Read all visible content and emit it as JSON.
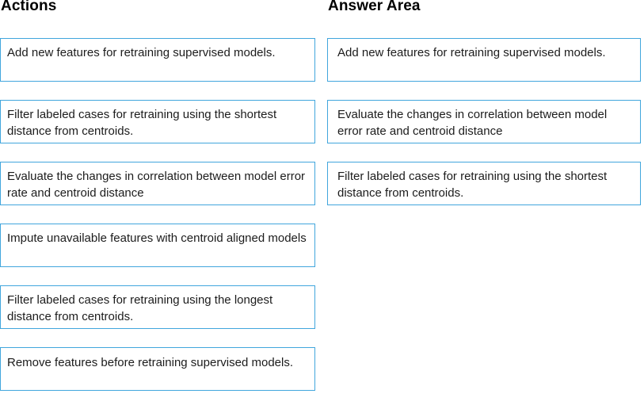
{
  "actions": {
    "title": "Actions",
    "items": [
      {
        "text": "Add new features for retraining supervised models."
      },
      {
        "text": "Filter labeled cases for retraining using the shortest distance from centroids."
      },
      {
        "text": "Evaluate the changes in correlation between model error rate and centroid distance"
      },
      {
        "text": "Impute unavailable features with centroid aligned models"
      },
      {
        "text": "Filter labeled cases for retraining using the longest distance from centroids."
      },
      {
        "text": "Remove features before retraining supervised models."
      }
    ]
  },
  "answer_area": {
    "title": "Answer Area",
    "items": [
      {
        "text": "Add new features for retraining supervised models."
      },
      {
        "text": "Evaluate the changes in correlation between model error rate and centroid distance"
      },
      {
        "text": "Filter labeled cases for retraining using the shortest distance from centroids."
      }
    ]
  },
  "colors": {
    "card_border": "#41a6dd",
    "card_background": "#ffffff",
    "text": "#1c1c1c",
    "title_text": "#000000",
    "page_background": "#ffffff"
  }
}
